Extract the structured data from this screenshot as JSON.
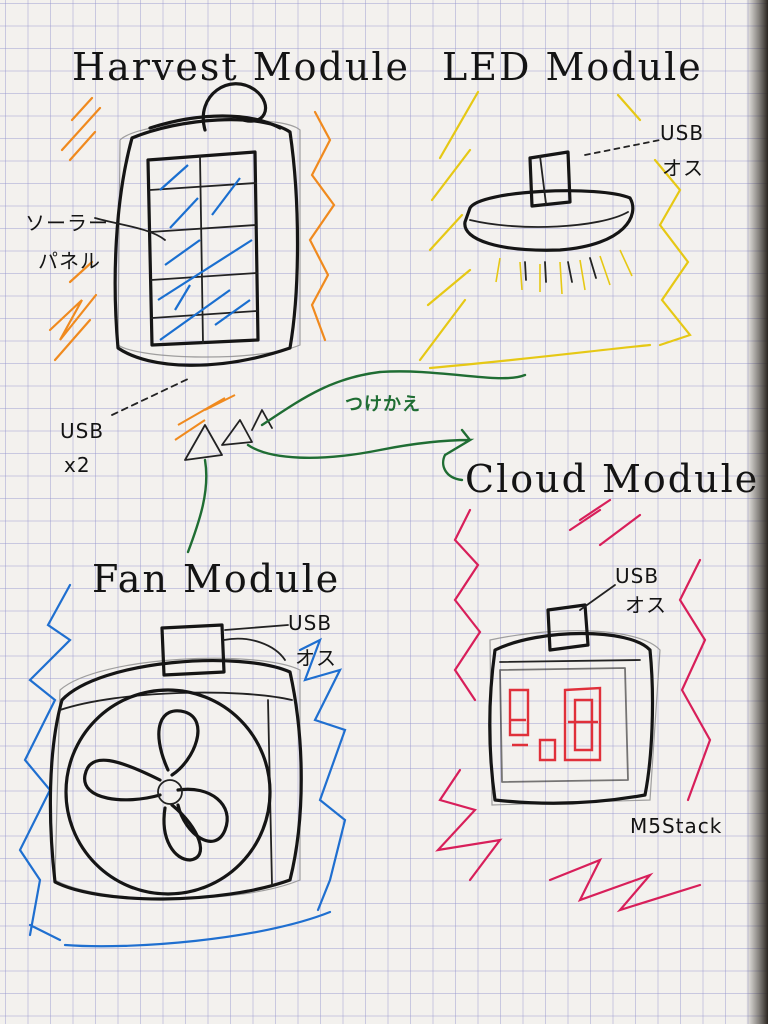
{
  "modules": {
    "harvest": {
      "title": "Harvest Module",
      "solar_label_line1": "ソーラー",
      "solar_label_line2": "パネル"
    },
    "led": {
      "title": "LED Module",
      "usb_line1": "USB",
      "usb_line2": "オス"
    },
    "cloud": {
      "title": "Cloud Module",
      "usb_line1": "USB",
      "usb_line2": "オス",
      "device_label": "M5Stack"
    },
    "fan": {
      "title": "Fan Module",
      "usb_line1": "USB",
      "usb_line2": "オス"
    }
  },
  "hub": {
    "usb_line1": "USB",
    "usb_line2": "x2"
  },
  "swap_label": "つけかえ",
  "colors": {
    "harvest_aura": "#f08a1e",
    "led_aura": "#e6c814",
    "cloud_aura": "#d81f5a",
    "fan_aura": "#1f6fd0",
    "connector": "#1f6d33",
    "solar_lines": "#1a6fd0",
    "display_digits": "#e0303a"
  }
}
